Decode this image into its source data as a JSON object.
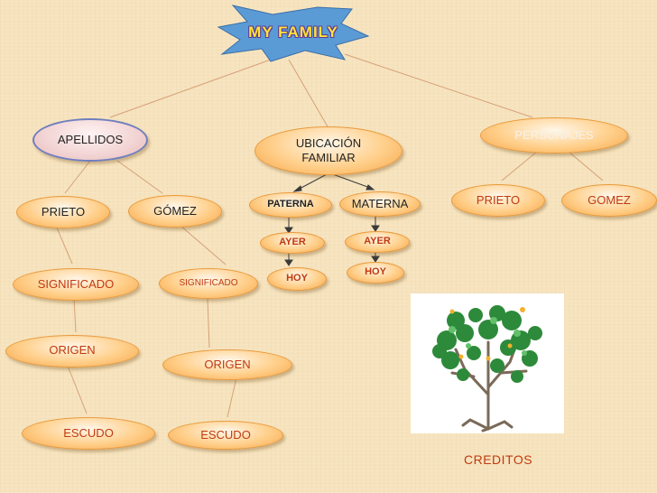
{
  "title": "MY FAMILY",
  "nodes": {
    "apellidos": "APELLIDOS",
    "ubicacion": "UBICACIÓN FAMILIAR",
    "personajes": "PERSONAJES",
    "prieto": "PRIETO",
    "gomez_accent": "GÓMEZ",
    "paterna": "PATERNA",
    "materna": "MATERNA",
    "personaje_prieto": "PRIETO",
    "personaje_gomez": "GOMEZ",
    "paterna_ayer": "AYER",
    "paterna_hoy": "HOY",
    "materna_ayer": "AYER",
    "materna_hoy": "HOY",
    "significado_prieto": "SIGNIFICADO",
    "significado_gomez": "SIGNIFICADO",
    "origen_prieto": "ORIGEN",
    "origen_gomez": "ORIGEN",
    "escudo_prieto": "ESCUDO",
    "escudo_gomez": "ESCUDO"
  },
  "credits": "CREDITOS",
  "colors": {
    "background": "#f6e3bd",
    "node_fill": "#ffcf8a",
    "node_text": "#c03a10",
    "root_node_fill": "#f2d3d3",
    "star_fill": "#5b9bd5",
    "title_color": "#ffe23a",
    "connector": "#d6a07a"
  }
}
